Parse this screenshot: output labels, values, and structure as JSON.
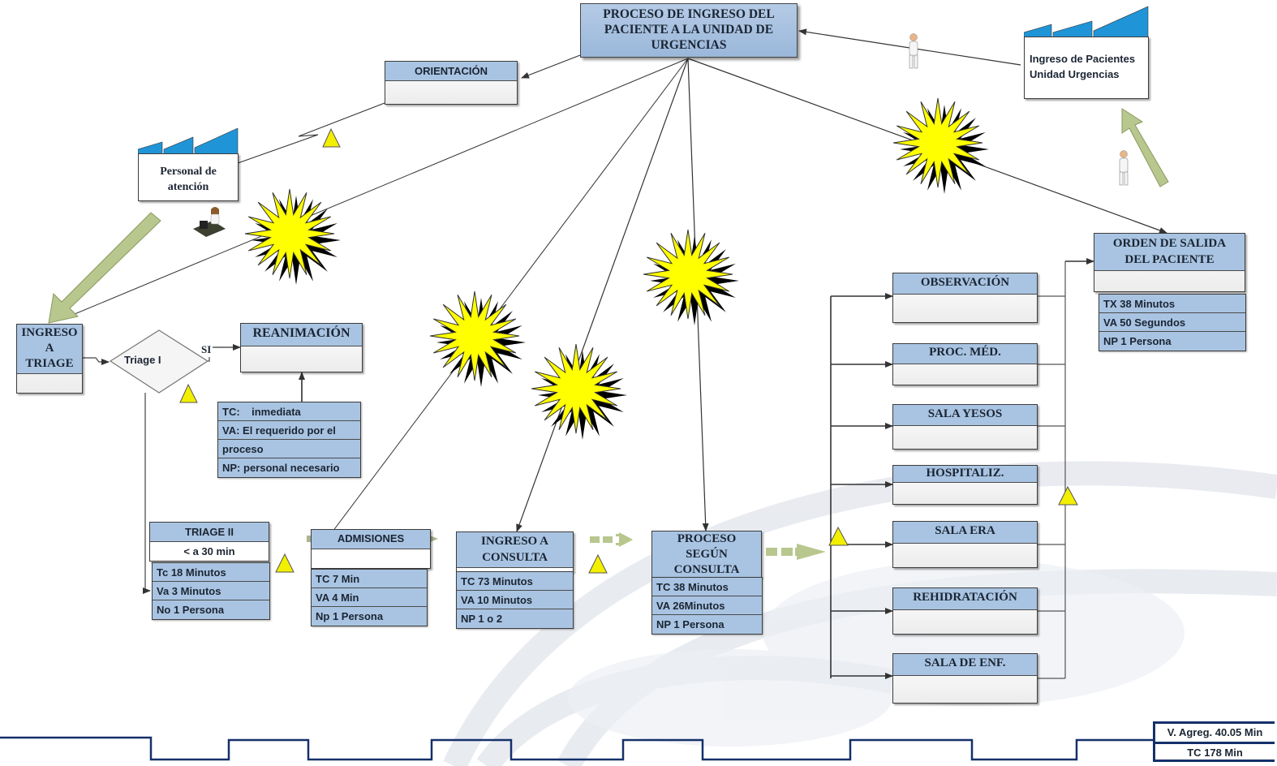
{
  "title": "PROCESO DE INGRESO DEL PACIENTE A LA UNIDAD DE URGENCIAS",
  "title_lines": [
    "PROCESO DE INGRESO DEL",
    "PACIENTE A LA UNIDAD DE",
    "URGENCIAS"
  ],
  "supplier": {
    "lines": [
      "Ingreso de Pacientes",
      "Unidad Urgencias"
    ],
    "icon": "factory-icon"
  },
  "staff": {
    "lines": [
      "Personal de",
      "atención"
    ],
    "icon": "factory-icon"
  },
  "orientation": {
    "label": "ORIENTACIÓN"
  },
  "triage_entry": {
    "lines": [
      "INGRESO",
      "A",
      "TRIAGE"
    ]
  },
  "triage1": {
    "label": "Triage I",
    "yes_label": "SI"
  },
  "reanimacion": {
    "label": "REANIMACIÓN",
    "rows": [
      "TC:    inmediata",
      "VA: El requerido por el",
      "proceso",
      "NP: personal necesario"
    ]
  },
  "triage2": {
    "label": "TRIAGE II",
    "sublabel": "< a 30 min",
    "rows": [
      "Tc 18 Minutos",
      "Va 3 Minutos",
      "No 1 Persona"
    ]
  },
  "admisiones": {
    "label": "ADMISIONES",
    "rows": [
      "TC 7 Min",
      "VA 4 Min",
      "Np 1 Persona"
    ]
  },
  "consulta": {
    "lines": [
      "INGRESO A",
      "CONSULTA"
    ],
    "rows": [
      "TC 73 Minutos",
      "VA 10 Minutos",
      "NP 1 o 2"
    ]
  },
  "proceso_consulta": {
    "lines": [
      "PROCESO",
      "SEGÚN",
      "CONSULTA"
    ],
    "rows": [
      "TC 38 Minutos",
      "VA 26Minutos",
      "NP 1 Persona"
    ]
  },
  "destinations": [
    {
      "label": "OBSERVACIÓN"
    },
    {
      "label": "PROC. MÉD."
    },
    {
      "label": "SALA YESOS"
    },
    {
      "label": "HOSPITALIZ."
    },
    {
      "label": "SALA ERA"
    },
    {
      "label": "REHIDRATACIÓN"
    },
    {
      "label": "SALA DE ENF."
    }
  ],
  "salida": {
    "lines": [
      "ORDEN DE SALIDA",
      "DEL PACIENTE"
    ],
    "rows": [
      "TX 38 Minutos",
      "VA 50 Segundos",
      "NP 1 Persona"
    ]
  },
  "summary": {
    "value_added": "V. Agreg. 40.05 Min",
    "cycle_time": "TC 178 Min"
  },
  "colors": {
    "header_blue": "#a9c4e2",
    "factory_roof": "#1f95d8",
    "kaizen_yellow": "#ffff00",
    "inventory_yellow": "#f2ef00",
    "push_arrow_green": "#b7c78e",
    "timeline_navy": "#15306a"
  }
}
